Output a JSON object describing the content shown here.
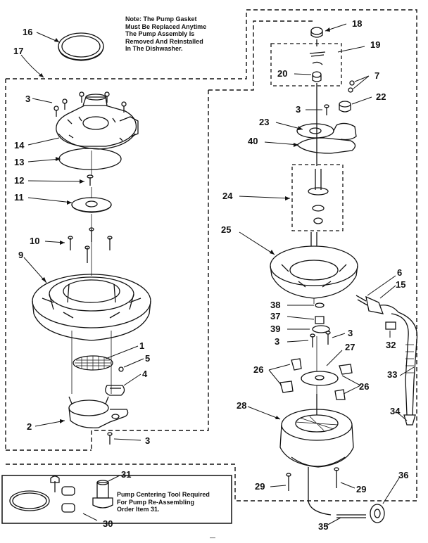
{
  "notes": {
    "top": [
      "Note: The Pump Gasket",
      "Must Be Replaced Anytime",
      "The Pump Assembly Is",
      "Removed And Reinstalled",
      "In The Dishwasher."
    ],
    "bottom": [
      "Pump Centering Tool Required",
      "For Pump Re-Assembling",
      "Order Item 31."
    ]
  },
  "labels": {
    "l16": "16",
    "l17": "17",
    "l3a": "3",
    "l14": "14",
    "l13": "13",
    "l12": "12",
    "l11": "11",
    "l10": "10",
    "l9": "9",
    "l1": "1",
    "l5": "5",
    "l4": "4",
    "l2": "2",
    "l3b": "3",
    "l31": "31",
    "l30": "30",
    "l18": "18",
    "l19": "19",
    "l20": "20",
    "l7": "7",
    "l22": "22",
    "l3c": "3",
    "l23": "23",
    "l40": "40",
    "l24": "24",
    "l25": "25",
    "l6": "6",
    "l15": "15",
    "l38": "38",
    "l37": "37",
    "l39": "39",
    "l3d": "3",
    "l3e": "3",
    "l32": "32",
    "l27": "27",
    "l26a": "26",
    "l26b": "26",
    "l33": "33",
    "l28": "28",
    "l34": "34",
    "l36": "36",
    "l29a": "29",
    "l29b": "29",
    "l35": "35"
  },
  "footer_artifact": "—"
}
